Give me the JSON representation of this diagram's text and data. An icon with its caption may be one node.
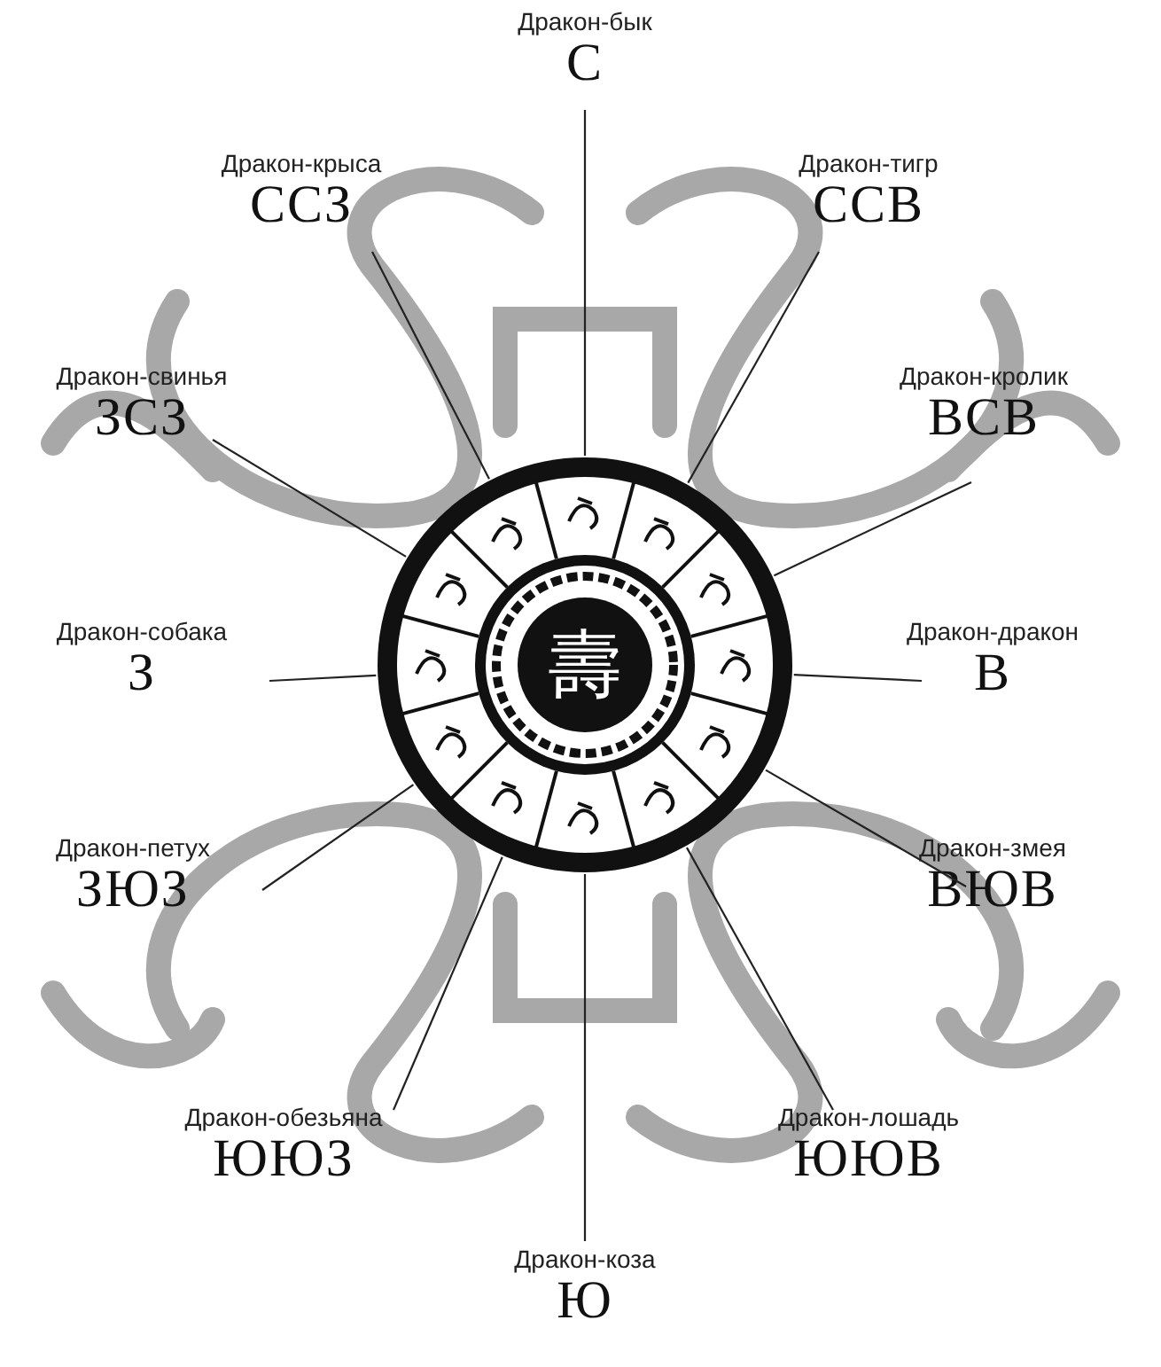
{
  "diagram": {
    "nodes": [
      {
        "text": [
          "Дракон-бык",
          "С"
        ]
      },
      {
        "text": [
          "Дракон-крыса",
          "ССЗ"
        ]
      },
      {
        "text": [
          "Дракон-тигр",
          "ССВ"
        ]
      },
      {
        "text": [
          "Дракон-свинья",
          "ЗСЗ"
        ]
      },
      {
        "text": [
          "Дракон-кролик",
          "ВСВ"
        ]
      },
      {
        "text": [
          "Дракон-собака",
          "З"
        ]
      },
      {
        "text": [
          "Дракон-дракон",
          "В"
        ]
      },
      {
        "text": [
          "Дракон-петух",
          "ЗЮЗ"
        ]
      },
      {
        "text": [
          "Дракон-змея",
          "ВЮВ"
        ]
      },
      {
        "text": [
          "Дракон-обезьяна",
          "ЮЮЗ"
        ]
      },
      {
        "text": [
          "Дракон-лошадь",
          "ЮЮВ"
        ]
      },
      {
        "text": [
          "Дракон-коза",
          "Ю"
        ]
      },
      {
        "text": [],
        "shape": "picture"
      }
    ],
    "edges": [
      {
        "from": 0,
        "to": 12,
        "arrow": "none"
      },
      {
        "from": 1,
        "to": 12,
        "arrow": "none"
      },
      {
        "from": 2,
        "to": 12,
        "arrow": "none"
      },
      {
        "from": 3,
        "to": 12,
        "arrow": "none"
      },
      {
        "from": 4,
        "to": 12,
        "arrow": "none"
      },
      {
        "from": 5,
        "to": 12,
        "arrow": "none"
      },
      {
        "from": 6,
        "to": 12,
        "arrow": "none"
      },
      {
        "from": 7,
        "to": 12,
        "arrow": "none"
      },
      {
        "from": 8,
        "to": 12,
        "arrow": "none"
      },
      {
        "from": 9,
        "to": 12,
        "arrow": "none"
      },
      {
        "from": 10,
        "to": 12,
        "arrow": "none"
      },
      {
        "from": 11,
        "to": 12,
        "arrow": "none"
      }
    ],
    "labels": [
      "壽"
    ]
  }
}
